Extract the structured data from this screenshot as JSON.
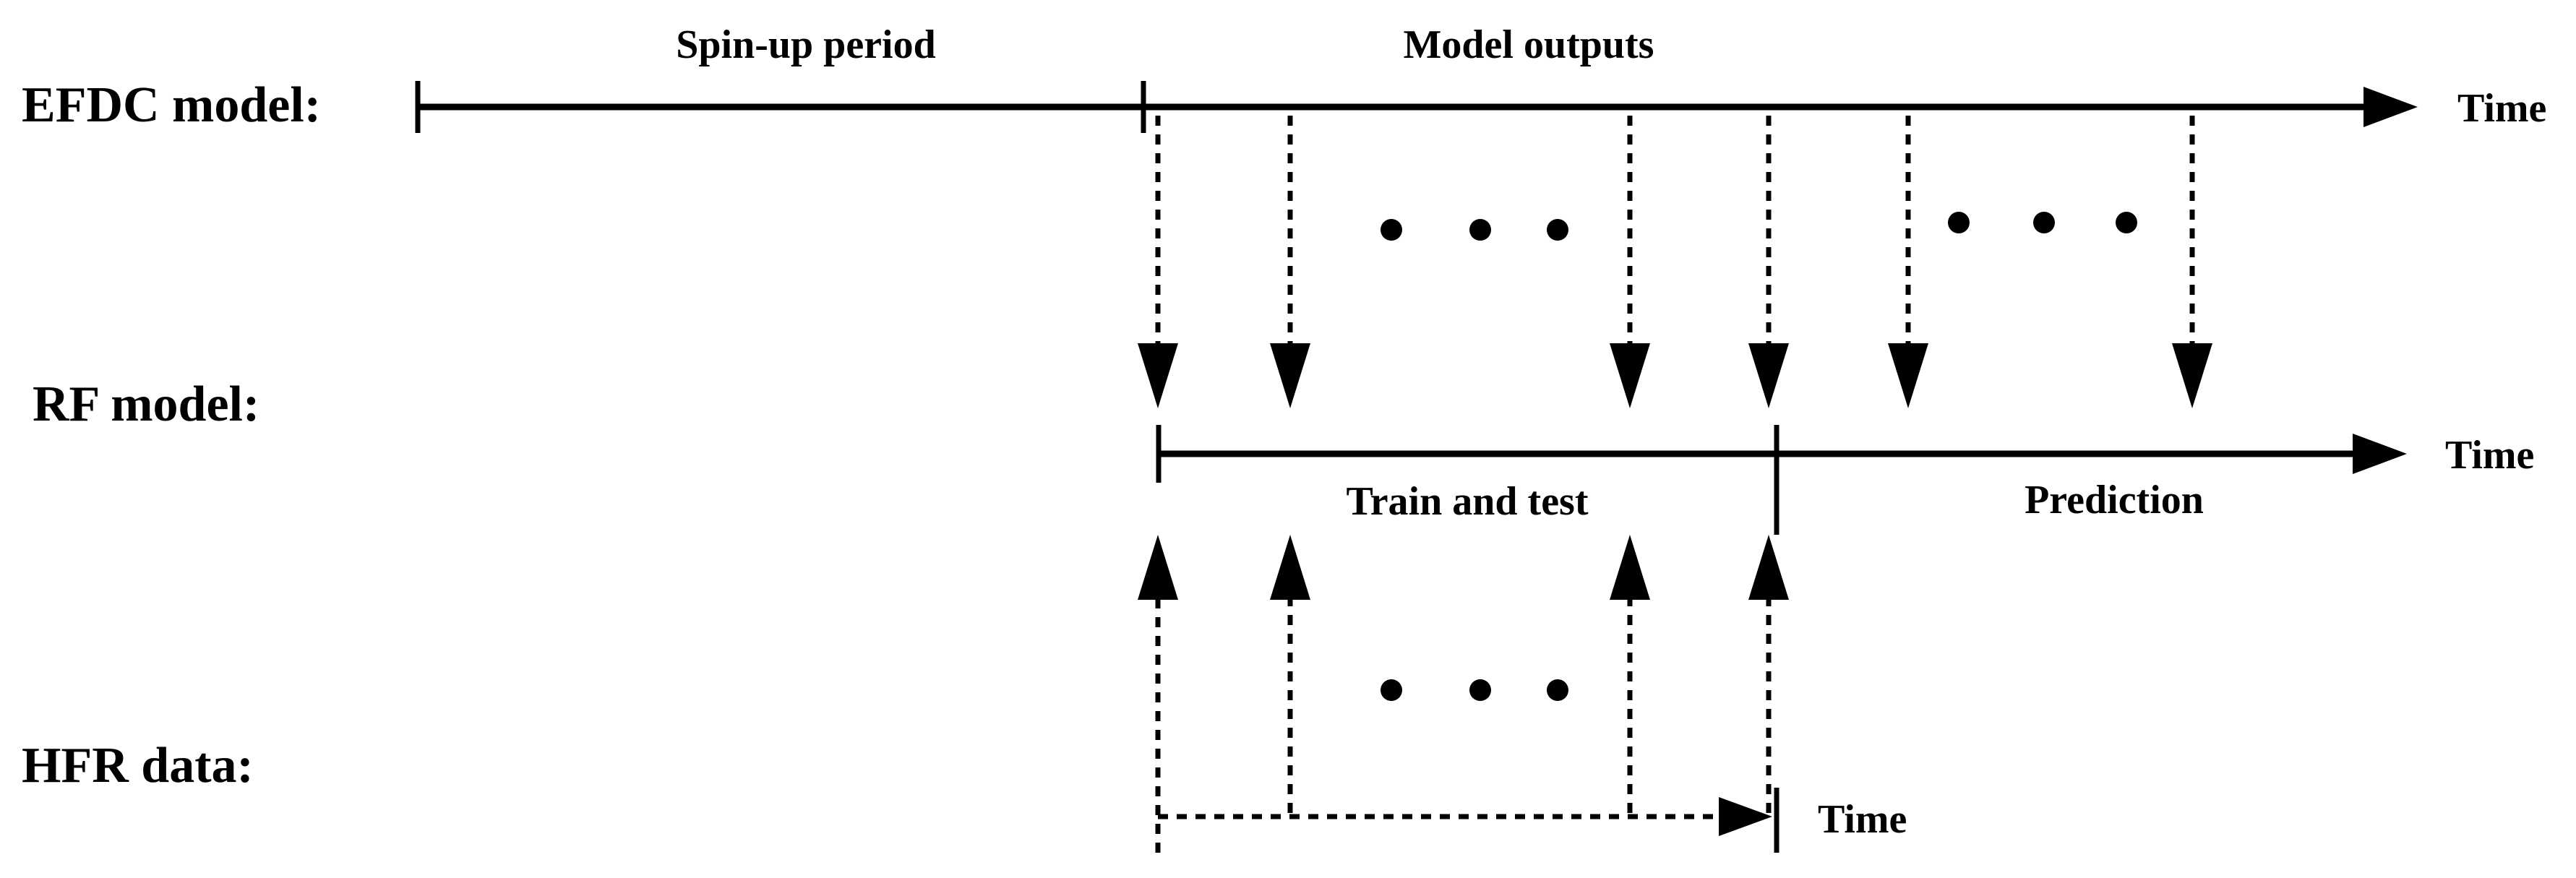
{
  "rows": {
    "efdc": {
      "label": "EFDC model:",
      "time_label": "Time"
    },
    "rf": {
      "label": "RF model:",
      "time_label": "Time"
    },
    "hfr": {
      "label": "HFR data:",
      "time_label": "Time"
    }
  },
  "sections": {
    "spin_up": "Spin-up period",
    "model_outputs": "Model outputs",
    "train_test": "Train and test",
    "prediction": "Prediction"
  },
  "colors": {
    "ink": "#000000",
    "background": "#ffffff"
  }
}
